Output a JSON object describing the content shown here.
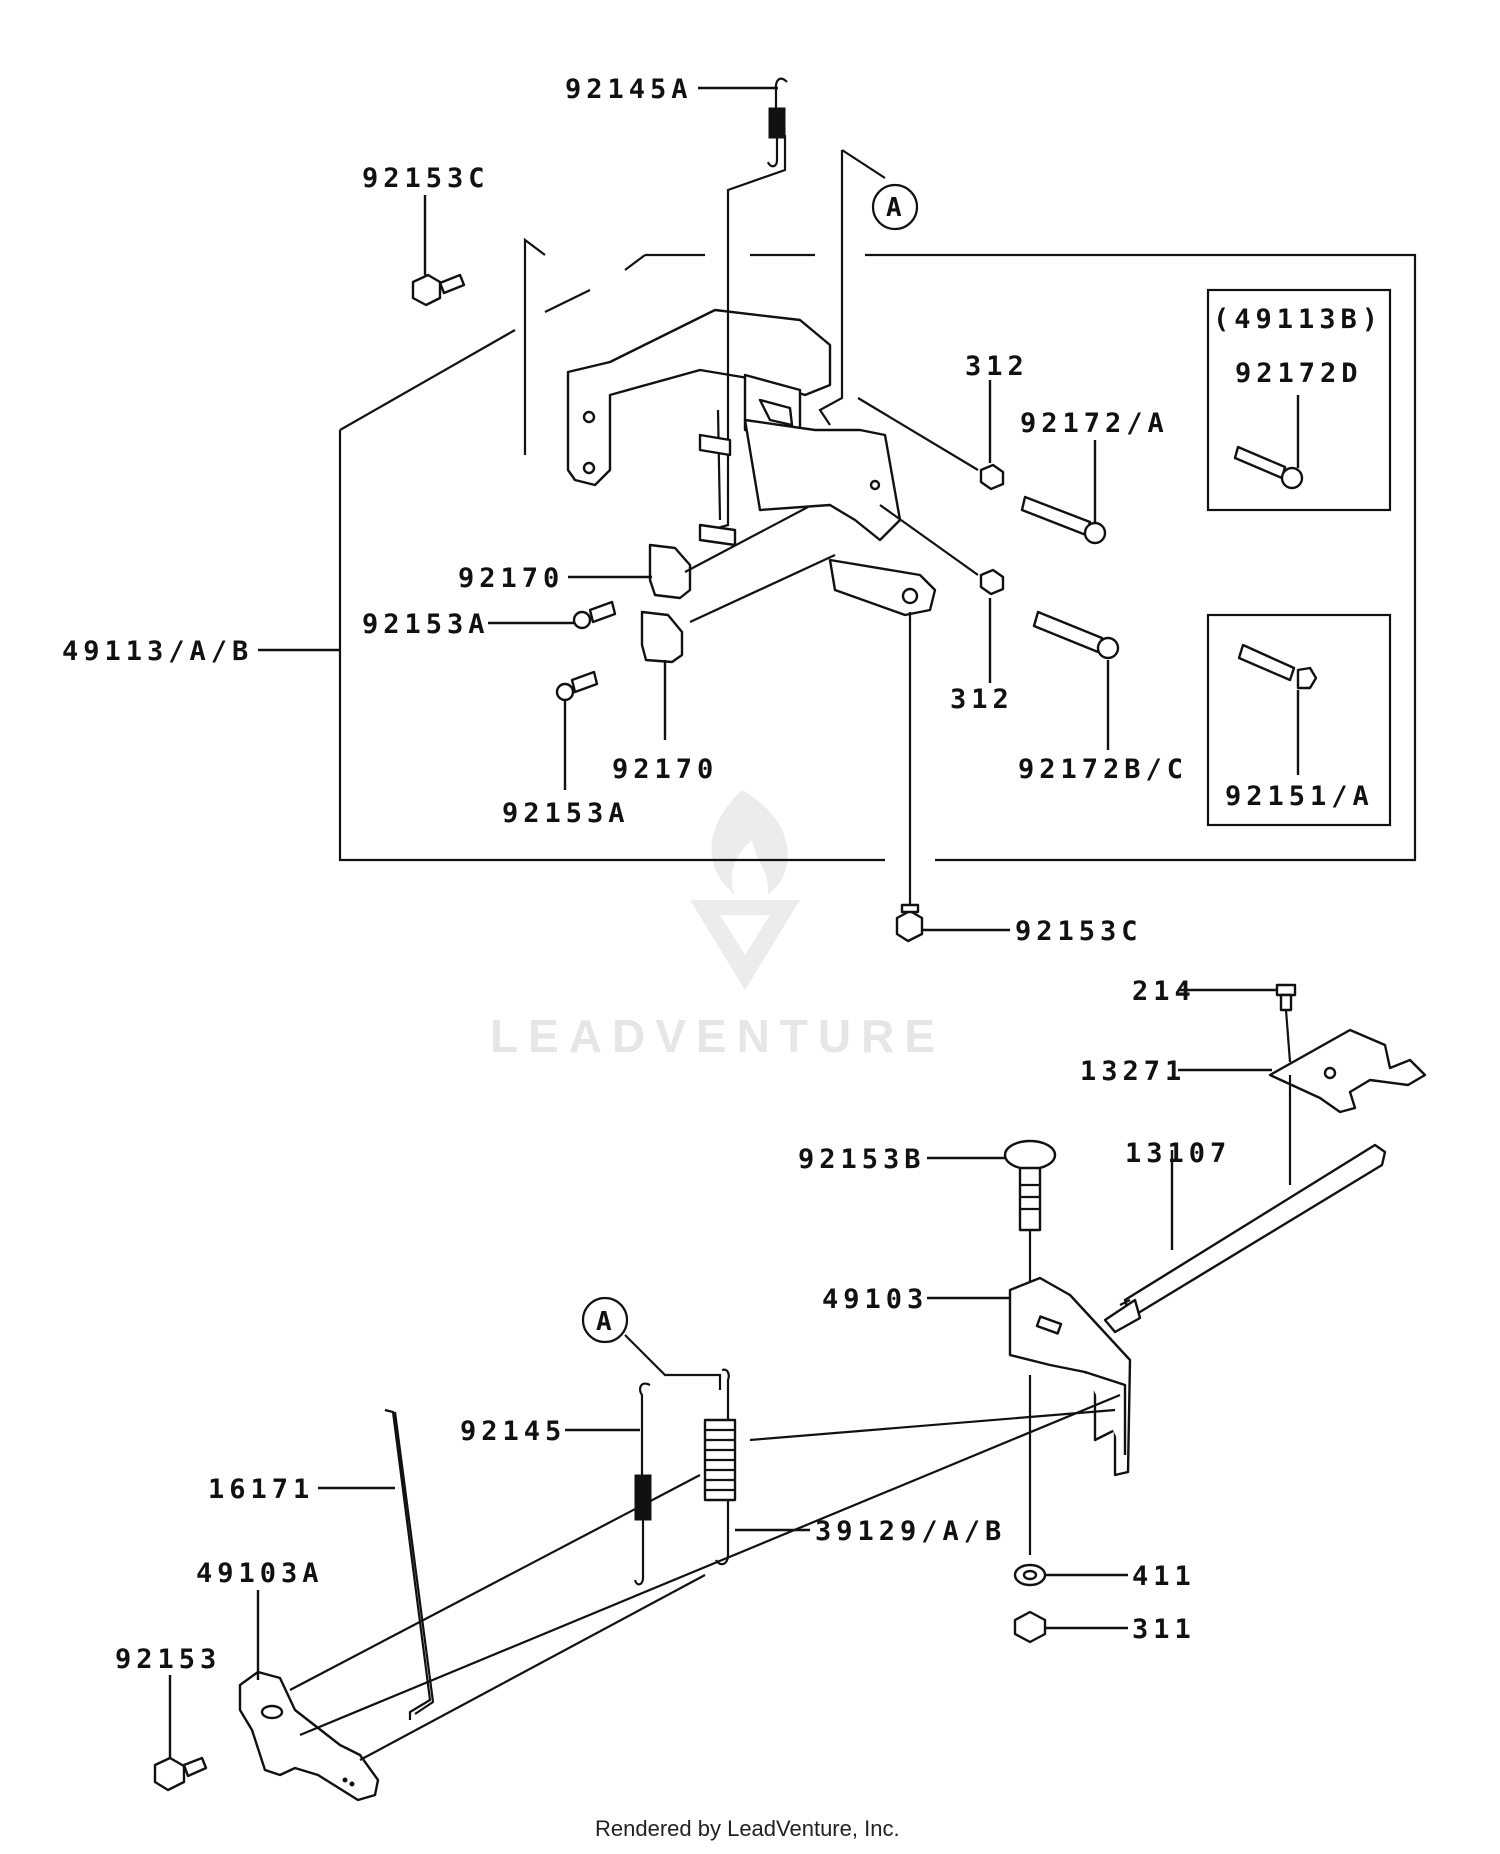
{
  "watermark": {
    "text": "LEADVENTURE"
  },
  "footer": {
    "text": "Rendered by LeadVenture, Inc."
  },
  "callouts": [
    {
      "letter": "A"
    },
    {
      "letter": "A"
    }
  ],
  "labels": {
    "p92145A": "92145A",
    "p92153C_top": "92153C",
    "p312_top": "312",
    "p92172A": "92172/A",
    "p49113B": "(49113B)",
    "p92172D": "92172D",
    "p92170_top": "92170",
    "p92153A_left": "92153A",
    "p49113AB": "49113/A/B",
    "p312_bottom": "312",
    "p92172BC": "92172B/C",
    "p92170_bottom": "92170",
    "p92153A_bottom": "92153A",
    "p92151A": "92151/A",
    "p92153C_mid": "92153C",
    "p214": "214",
    "p13271": "13271",
    "p92153B": "92153B",
    "p13107": "13107",
    "p49103": "49103",
    "p92145": "92145",
    "p39129AB": "39129/A/B",
    "p16171": "16171",
    "p49103A": "49103A",
    "p411": "411",
    "p311": "311",
    "p92153": "92153"
  },
  "colors": {
    "line": "#111111",
    "watermark": "#e6e6e6",
    "background": "#ffffff"
  }
}
